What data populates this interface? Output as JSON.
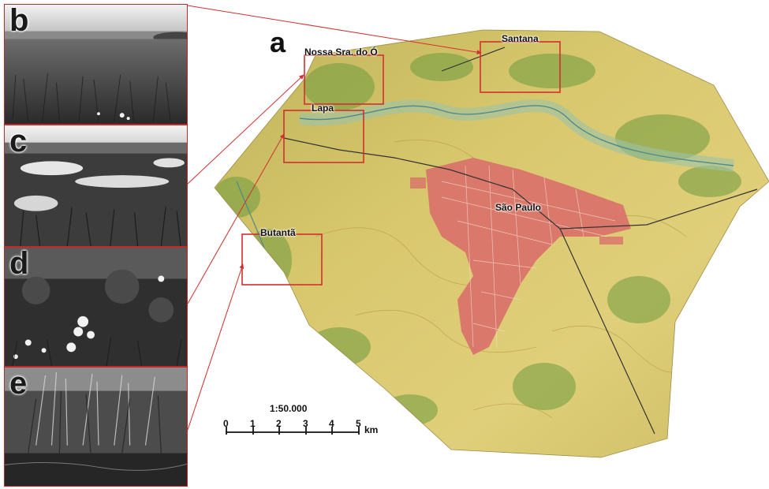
{
  "figure": {
    "map_panel_letter": "a",
    "photo_panels": [
      {
        "letter": "b"
      },
      {
        "letter": "c"
      },
      {
        "letter": "d"
      },
      {
        "letter": "e"
      }
    ]
  },
  "map": {
    "city_label": "São Paulo",
    "highlight_boxes": [
      {
        "label": "Santana"
      },
      {
        "label": "Nossa Sra. do Ó"
      },
      {
        "label": "Lapa"
      },
      {
        "label": "Butantã"
      }
    ],
    "scale": {
      "ratio": "1:50.000",
      "ticks": [
        "0",
        "1",
        "2",
        "3",
        "4",
        "5"
      ],
      "unit": "km"
    }
  },
  "colors": {
    "highlight": "#d32f2f",
    "urban": "#d9706a",
    "terrain_base": "#d6c56a",
    "vegetation": "#6e9a3e",
    "water": "#9cc3a8"
  }
}
